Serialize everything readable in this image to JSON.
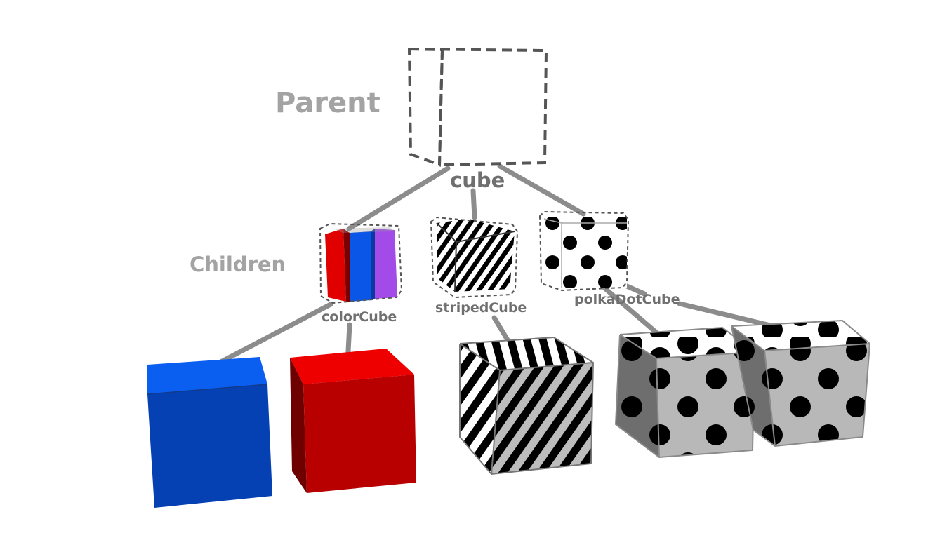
{
  "labels": {
    "parent_heading": "Parent",
    "children_heading": "Children",
    "parent_node": "cube",
    "child_color": "colorCube",
    "child_striped": "stripedCube",
    "child_polka": "polkaDotCube"
  },
  "colors": {
    "connector": "#8c8c8c",
    "heading": "#a3a3a3",
    "node_label": "#6f6f6f",
    "red": "#c80000",
    "blue": "#0a4fd6",
    "purple": "#a24be8",
    "dot": "#000000",
    "grey_face": "#b8b8b8"
  }
}
